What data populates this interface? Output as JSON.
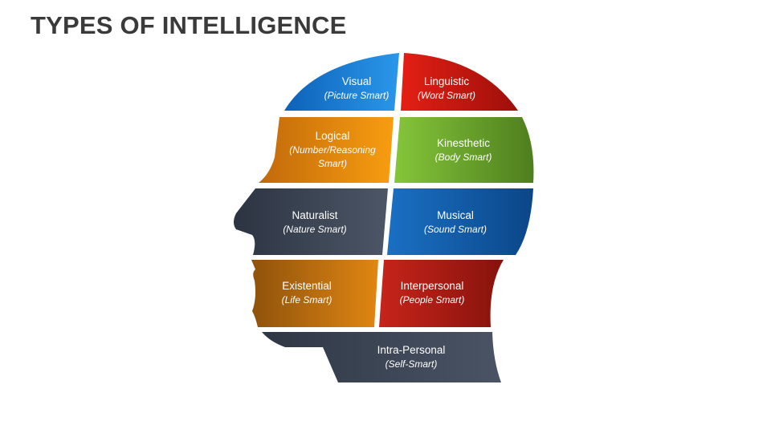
{
  "title": "TYPES OF INTELLIGENCE",
  "segments": {
    "visual": {
      "title": "Visual",
      "subtitle": "(Picture Smart)",
      "color": "#1f7ad0"
    },
    "linguistic": {
      "title": "Linguistic",
      "subtitle": "(Word Smart)",
      "color": "#c9180f"
    },
    "logical": {
      "title": "Logical",
      "subtitle_lines": [
        "(Number/Reasoning",
        "Smart)"
      ],
      "color": "#e3860d"
    },
    "kinesthetic": {
      "title": "Kinesthetic",
      "subtitle": "(Body Smart)",
      "color": "#6da52c"
    },
    "naturalist": {
      "title": "Naturalist",
      "subtitle": "(Nature Smart)",
      "color": "#37404f"
    },
    "musical": {
      "title": "Musical",
      "subtitle": "(Sound Smart)",
      "color": "#0f5aa6"
    },
    "existential": {
      "title": "Existential",
      "subtitle": "(Life Smart)",
      "color": "#b86c10"
    },
    "interpersonal": {
      "title": "Interpersonal",
      "subtitle": "(People Smart)",
      "color": "#a31b12"
    },
    "intrapersonal": {
      "title": "Intra-Personal",
      "subtitle": "(Self-Smart)",
      "color": "#37404f"
    }
  }
}
